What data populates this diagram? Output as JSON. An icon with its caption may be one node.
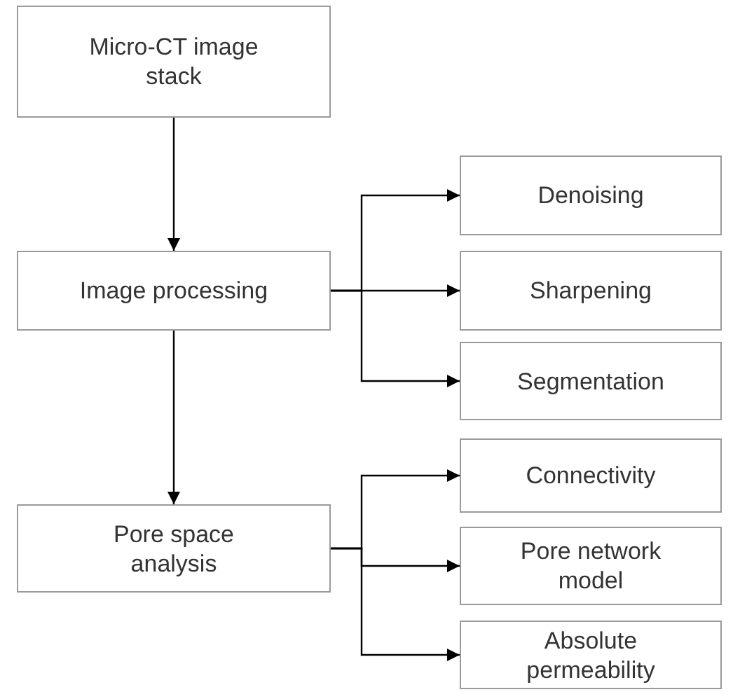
{
  "diagram": {
    "nodes": [
      {
        "text": [
          "Micro-CT image stack"
        ]
      },
      {
        "text": [
          "Image processing"
        ]
      },
      {
        "text": [
          "Pore space analysis"
        ]
      },
      {
        "text": [
          "Denoising"
        ]
      },
      {
        "text": [
          "Sharpening"
        ]
      },
      {
        "text": [
          "Segmentation"
        ]
      },
      {
        "text": [
          "Connectivity"
        ]
      },
      {
        "text": [
          "Pore network model"
        ]
      },
      {
        "text": [
          "Absolute permeability"
        ]
      }
    ],
    "edges": [
      {
        "from": 0,
        "to": 1,
        "arrow": "to"
      },
      {
        "from": 1,
        "to": 2,
        "arrow": "to"
      },
      {
        "from": 1,
        "to": 3,
        "arrow": "to"
      },
      {
        "from": 1,
        "to": 4,
        "arrow": "to"
      },
      {
        "from": 1,
        "to": 5,
        "arrow": "to"
      },
      {
        "from": 2,
        "to": 6,
        "arrow": "to"
      },
      {
        "from": 2,
        "to": 7,
        "arrow": "to"
      },
      {
        "from": 2,
        "to": 8,
        "arrow": "to"
      }
    ]
  }
}
